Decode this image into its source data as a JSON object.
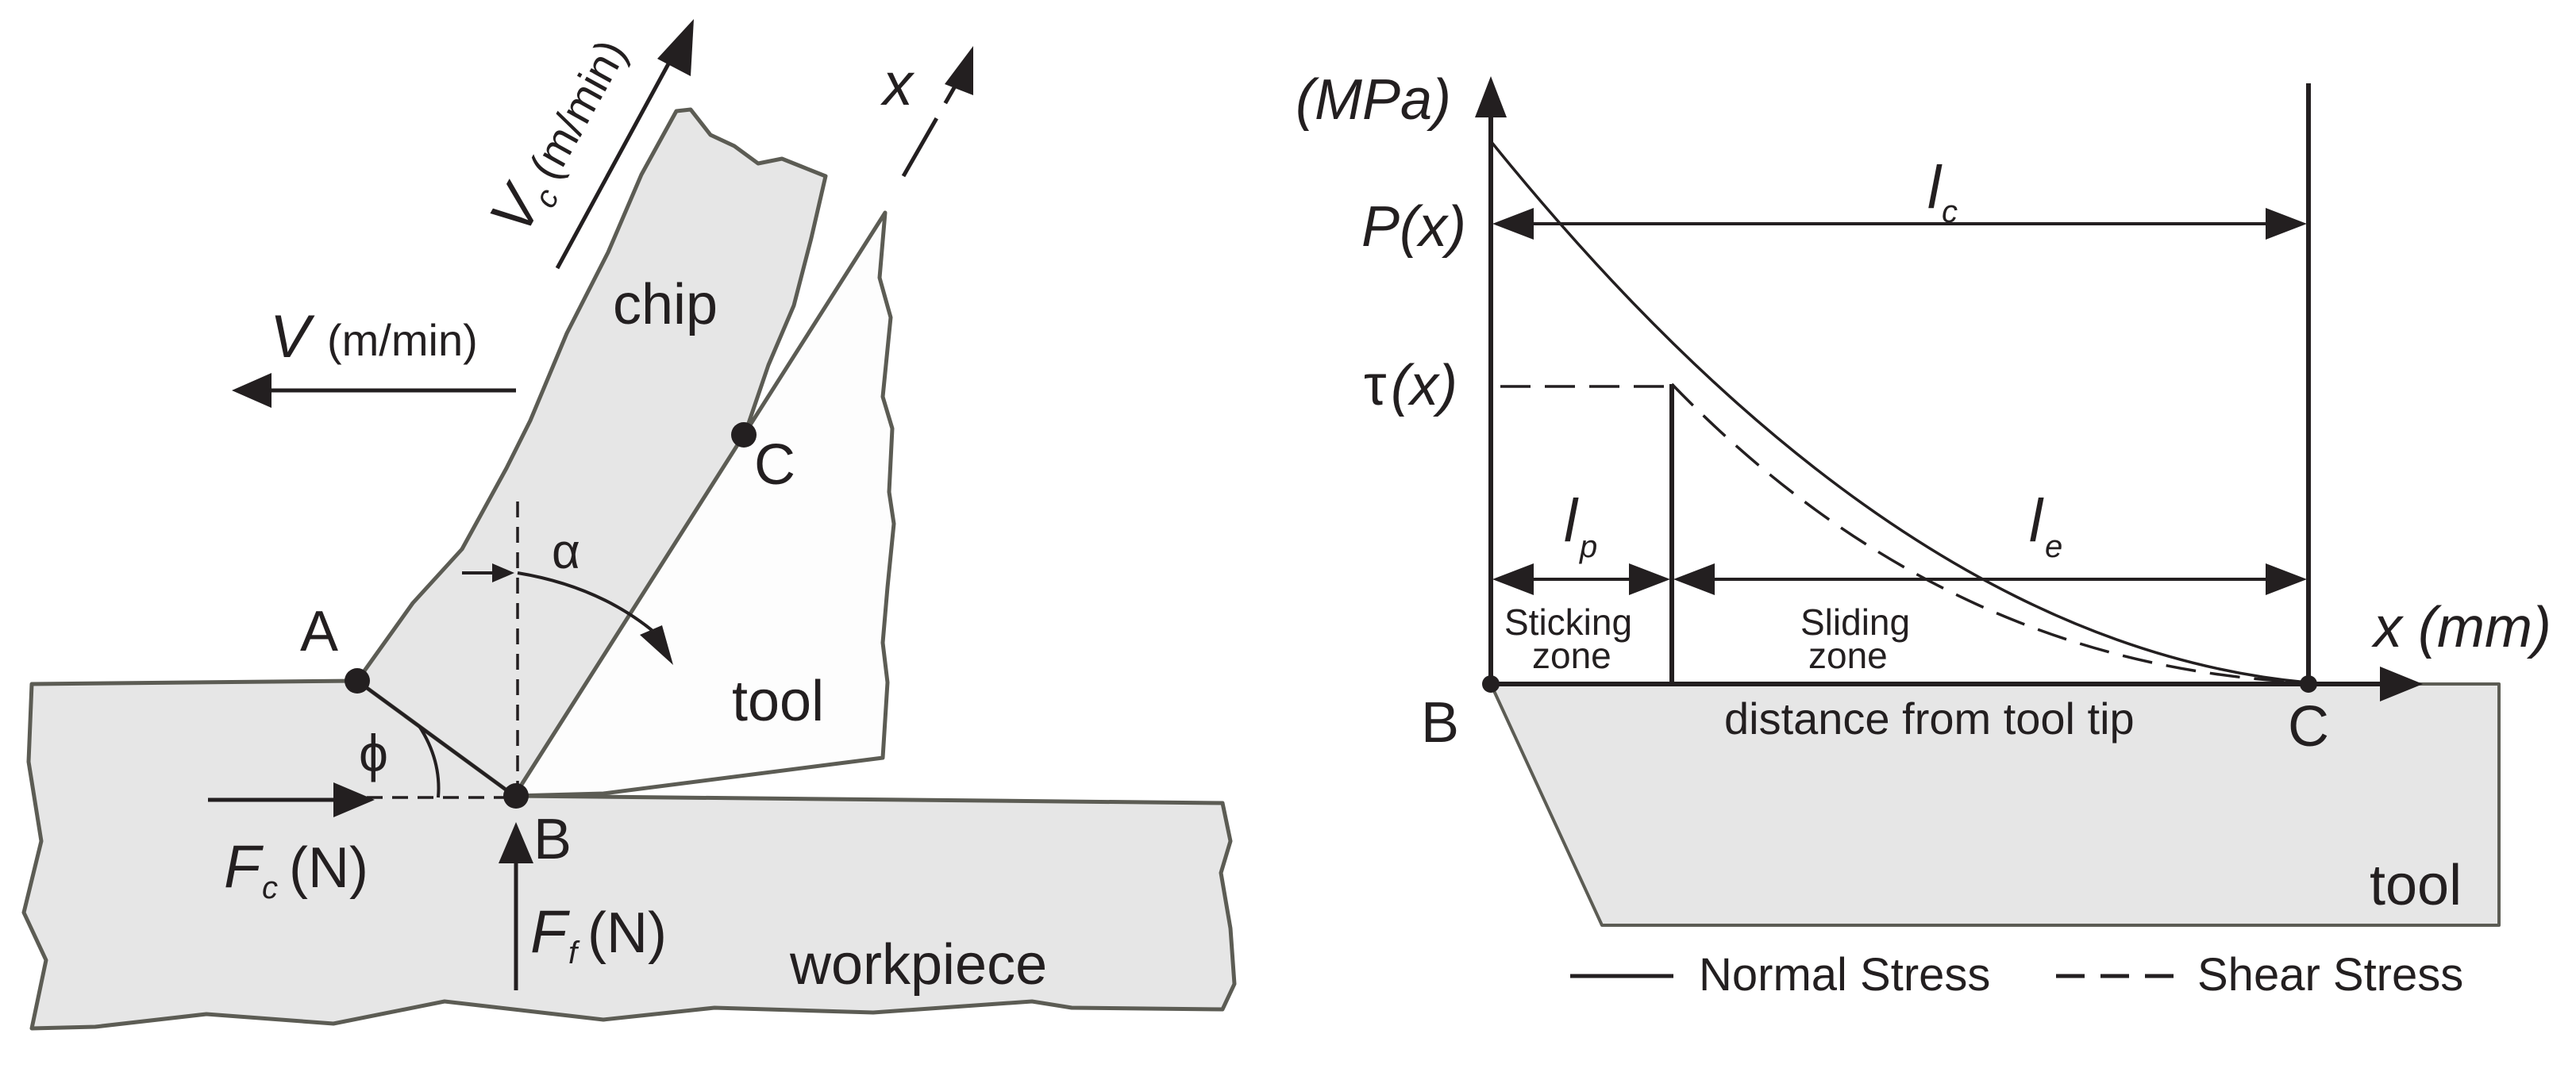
{
  "left_diagram": {
    "chip_label": "chip",
    "tool_label": "tool",
    "workpiece_label": "workpiece",
    "point_a": "A",
    "point_b": "B",
    "point_c": "C",
    "axis_x": "x",
    "rake_angle": "α",
    "shear_angle": "ϕ",
    "vc_symbol": "V",
    "vc_subscript": "c",
    "vc_unit": "(m/min)",
    "v_symbol": "V",
    "v_unit": "(m/min)",
    "fc_symbol": "F",
    "fc_subscript": "c",
    "fc_unit": "(N)",
    "ff_symbol": "F",
    "ff_subscript": "f",
    "ff_unit": "(N)"
  },
  "right_diagram": {
    "y_axis_unit": "(MPa)",
    "p_label": "P(x)",
    "tau_symbol": "τ",
    "tau_arg": "(x)",
    "x_axis_label": "x (mm)",
    "point_b": "B",
    "point_c": "C",
    "lc_symbol": "l",
    "lc_subscript": "c",
    "lp_symbol": "l",
    "lp_subscript": "p",
    "le_symbol": "l",
    "le_subscript": "e",
    "sticking_line1": "Sticking",
    "sticking_line2": "zone",
    "sliding_line1": "Sliding",
    "sliding_line2": "zone",
    "distance_label": "distance from tool tip",
    "tool_label": "tool",
    "legend": {
      "normal": "Normal Stress",
      "shear": "Shear Stress"
    }
  },
  "colors": {
    "fill_gray": "#e6e6e6",
    "outline": "#5c5c54",
    "ink": "#231f20"
  }
}
